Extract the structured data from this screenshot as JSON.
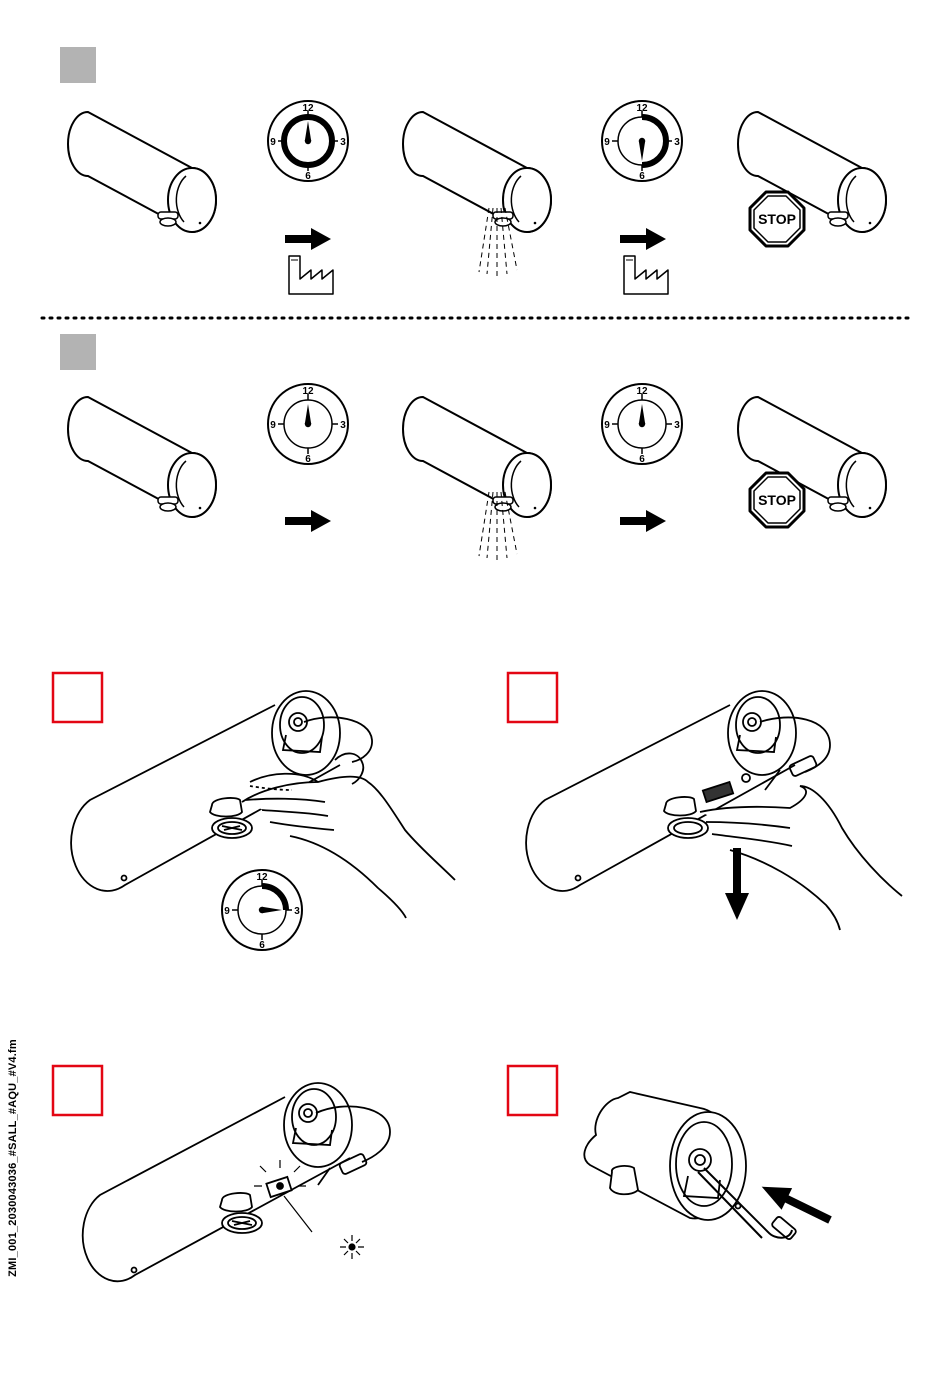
{
  "stop_signs": [
    {
      "text": "STOP"
    },
    {
      "text": "STOP"
    }
  ],
  "clocks": [
    {
      "n12": "12",
      "n3": "3",
      "n6": "6",
      "n9": "9",
      "hand_hour": 0,
      "progress": 1.0,
      "bold_ring": true
    },
    {
      "n12": "12",
      "n3": "3",
      "n6": "6",
      "n9": "9",
      "hand_hour": 6,
      "progress": 0.5,
      "bold_ring": false
    },
    {
      "n12": "12",
      "n3": "3",
      "n6": "6",
      "n9": "9",
      "hand_hour": 0,
      "progress": 0,
      "bold_ring": false
    },
    {
      "n12": "12",
      "n3": "3",
      "n6": "6",
      "n9": "9",
      "hand_hour": 0,
      "progress": 0,
      "bold_ring": false
    },
    {
      "n12": "12",
      "n3": "3",
      "n6": "6",
      "n9": "9",
      "hand_hour": 3,
      "progress": 0.25,
      "bold_ring": false
    }
  ],
  "colors": {
    "step_box": "#e30613",
    "step_gray": "#b3b3b3",
    "ink": "#000000"
  },
  "sidebar": {
    "file_label": "ZMI_001_2030043036_#SALL_#AQU_#V4.fm"
  }
}
